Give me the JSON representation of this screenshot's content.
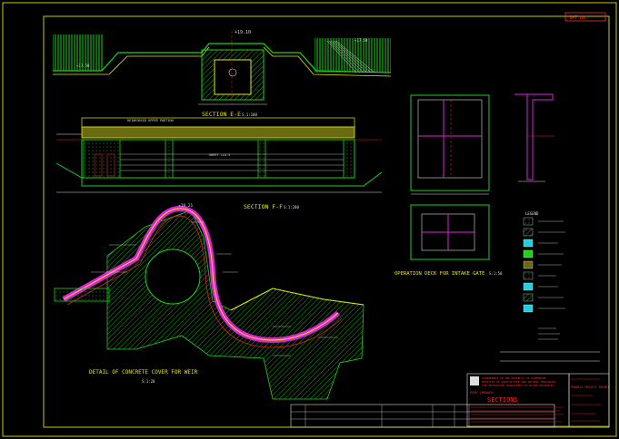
{
  "sheet_tag": "SHT NO.",
  "section_ee": {
    "title": "SECTION E-E",
    "scale": "S:1:100",
    "top_level": "+19.10",
    "left_level": "+17.50",
    "right_level": "+17.50"
  },
  "section_ff": {
    "title": "SECTION F-F",
    "scale": "S:1:200",
    "deck_note": "REINFORCED UPPER PORTION",
    "bottom_note": "SHEET +13.5"
  },
  "operation_deck": {
    "title": "OPERATION DECK FOR INTAKE GATE",
    "scale": "S:1:50"
  },
  "weir_detail": {
    "title": "DETAIL OF CONCRETE COVER FOR WEIR",
    "scale": "S:1:20",
    "top_level": "+18.21"
  },
  "legend": {
    "heading": "LEGEND"
  },
  "title_block": {
    "drawing_title": "SECTIONS",
    "org_lines": [
      "GOVERNMENT OF THE REPUBLIC OF SOMEWHERE",
      "MINISTRY OF AGRICULTURE AND NATURAL RESOURCES",
      "THE INTEGRATED MANAGEMENT OF WATER RESOURCES"
    ],
    "project": "PEAK (BRANCH)",
    "right_title": "PONDEJO PROJECT REPORT"
  },
  "colors": {
    "frame": "#c8c800",
    "green": "#19d419",
    "yellow": "#e8e800",
    "magenta": "#e020e0",
    "red": "#e02020",
    "cyan": "#20d0e0",
    "white": "#dddddd",
    "titleblock_text": "#ff2a2a"
  }
}
